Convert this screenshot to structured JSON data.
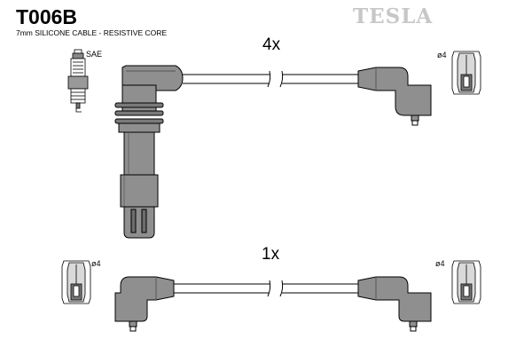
{
  "header": {
    "part_number": "T006B",
    "subtitle": "7mm SILICONE CABLE - RESISTIVE CORE",
    "brand": "TESLA"
  },
  "labels": {
    "qty_top": "4x",
    "qty_bottom": "1x",
    "plug_standard": "SAE",
    "terminal_top_right": "ø4",
    "terminal_bottom_left": "ø4",
    "terminal_bottom_right": "ø4"
  },
  "colors": {
    "boot_fill": "#8f8f8f",
    "line": "#000000",
    "brand": "#c7c7c7"
  }
}
